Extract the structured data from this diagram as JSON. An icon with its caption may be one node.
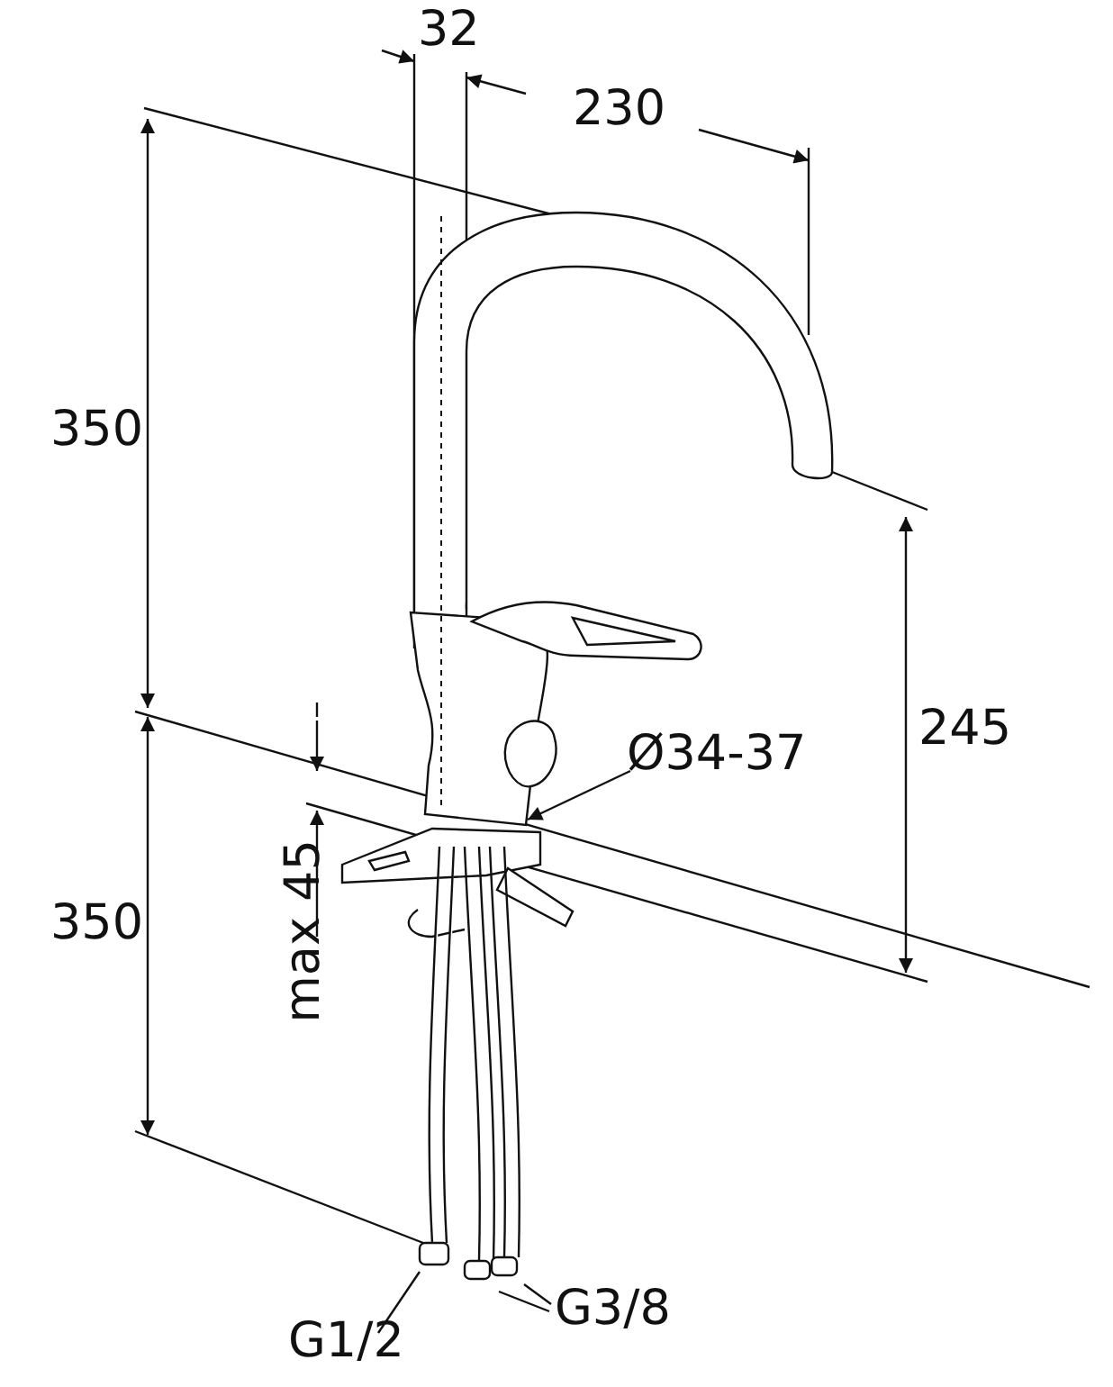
{
  "diagram": {
    "nodes": [
      {
        "text": [
          "Ø34-37"
        ]
      },
      {
        "text": [
          "G1/2"
        ]
      },
      {
        "text": [
          "G3/8"
        ]
      }
    ],
    "edges": [
      {
        "from": 0,
        "to": null,
        "arrow": "to"
      },
      {
        "from": 1,
        "to": null,
        "arrow": "none"
      },
      {
        "from": 2,
        "to": null,
        "arrow": "none"
      },
      {
        "from": 2,
        "to": null,
        "arrow": "none"
      }
    ],
    "labels": [
      "32",
      "230",
      "350",
      "245",
      "350",
      "max 45"
    ]
  }
}
